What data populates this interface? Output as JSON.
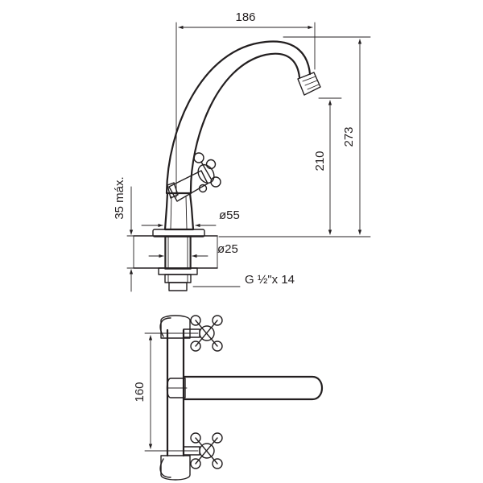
{
  "drawing": {
    "ink_color": "#231f20",
    "background_color": "#ffffff",
    "hatch_color": "#6d6e71"
  },
  "dimensions": {
    "spout_reach": "186",
    "total_height": "273",
    "spout_height": "210",
    "max_deck_thickness": "35 máx.",
    "body_diameter": "ø55",
    "shank_diameter": "ø25",
    "thread": "G ½\"x 14",
    "handle_spacing": "160"
  }
}
